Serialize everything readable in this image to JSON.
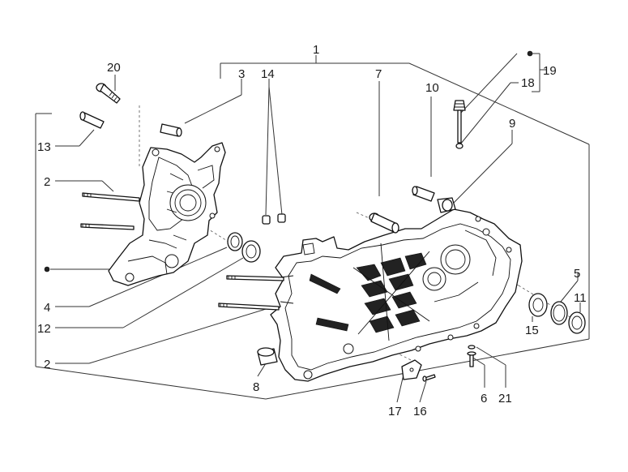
{
  "labels": {
    "l1": "1",
    "l2a": "2",
    "l2b": "2",
    "l3": "3",
    "l4": "4",
    "l5": "5",
    "l6": "6",
    "l7": "7",
    "l8": "8",
    "l9": "9",
    "l10": "10",
    "l11": "11",
    "l12": "12",
    "l13": "13",
    "l14": "14",
    "l15": "15",
    "l16": "16",
    "l17": "17",
    "l18": "18",
    "l19": "19",
    "l20": "20",
    "l21": "21"
  }
}
